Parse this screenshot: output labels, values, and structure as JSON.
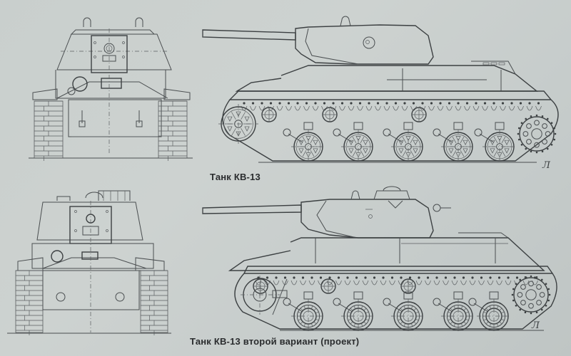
{
  "figures": [
    {
      "id": "kv13-v1",
      "caption": "Танк КВ-13",
      "signature": "Л",
      "views": [
        "front-view",
        "side-view"
      ]
    },
    {
      "id": "kv13-v2",
      "caption": "Танк КВ-13 второй вариант (проект)",
      "signature": "Л",
      "views": [
        "front-view",
        "side-view"
      ]
    }
  ],
  "colors": {
    "paper": "#c9cfcd",
    "ink": "#3c4042",
    "caption": "#2a2c2e"
  }
}
